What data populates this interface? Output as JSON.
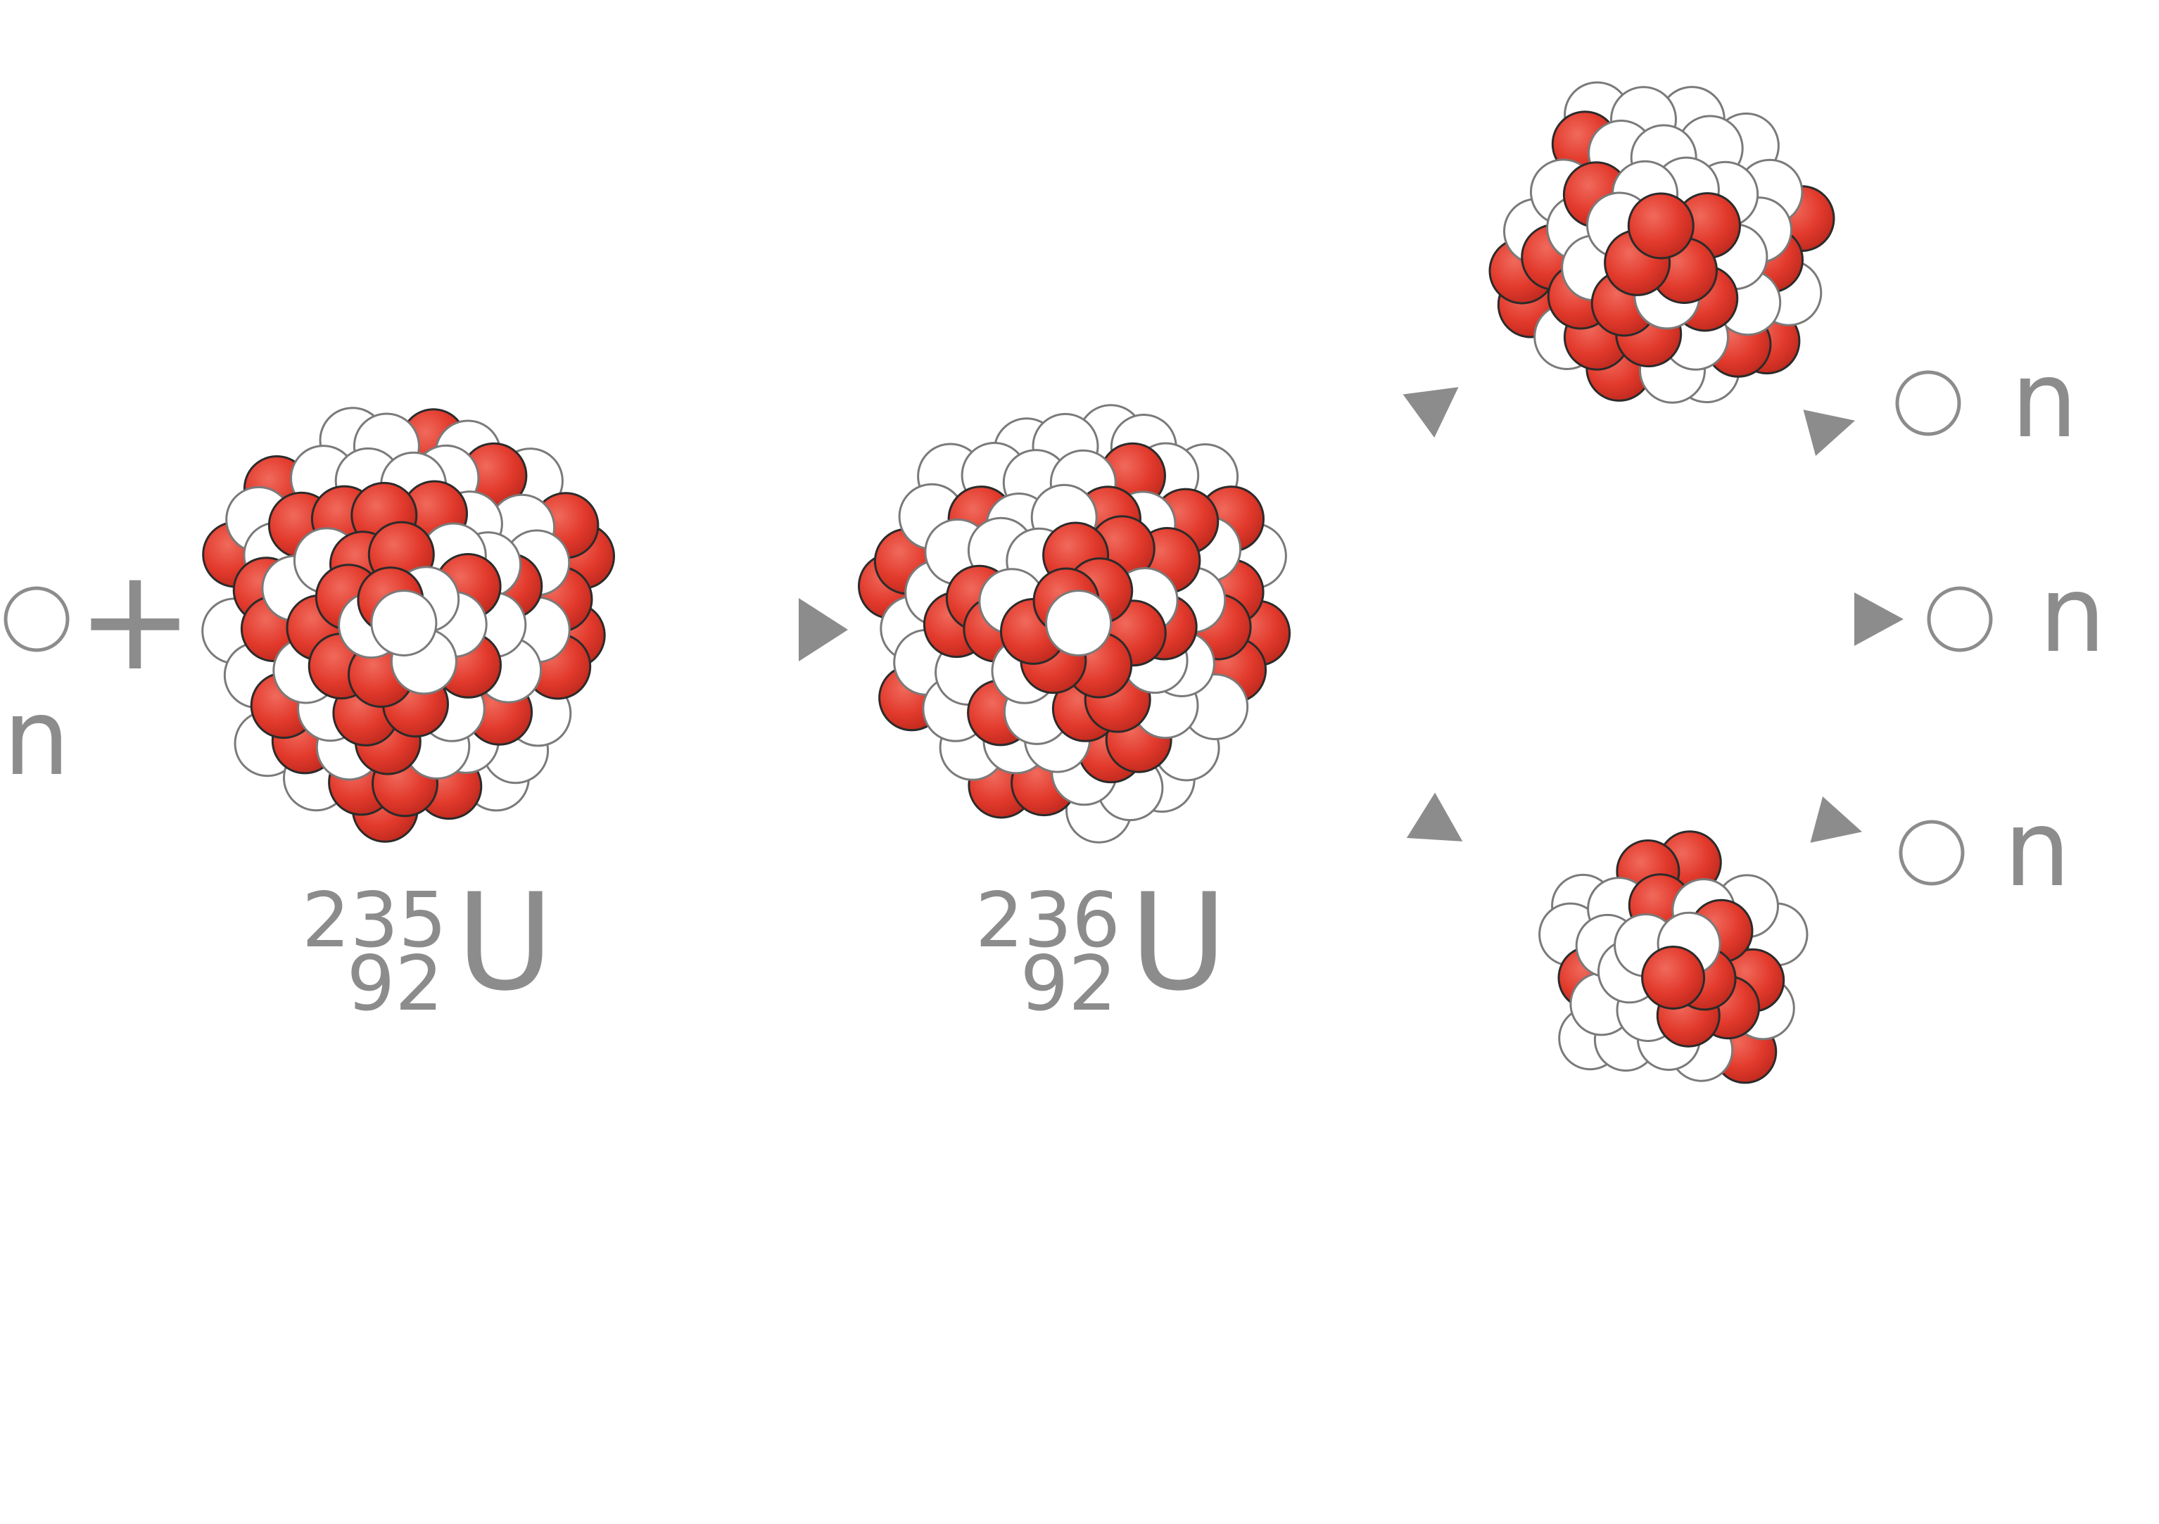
{
  "colors": {
    "proton": "#e23a2c",
    "neutron": "#ffffff",
    "outline": "#2b2b2b",
    "label": "#8c8c8c",
    "arrow": "#8c8c8c",
    "background": "#ffffff"
  },
  "reactants": {
    "neutron_symbol": "n",
    "plus_sign": "+"
  },
  "nuclei": {
    "u235": {
      "mass_number": "235",
      "atomic_number": "92",
      "symbol": "U"
    },
    "u236": {
      "mass_number": "236",
      "atomic_number": "92",
      "symbol": "U"
    }
  },
  "products": {
    "neutrons": [
      {
        "symbol": "n"
      },
      {
        "symbol": "n"
      },
      {
        "symbol": "n"
      }
    ]
  },
  "icons": [
    "neutron-icon",
    "plus-icon",
    "nucleus-icon",
    "arrow-icon"
  ]
}
